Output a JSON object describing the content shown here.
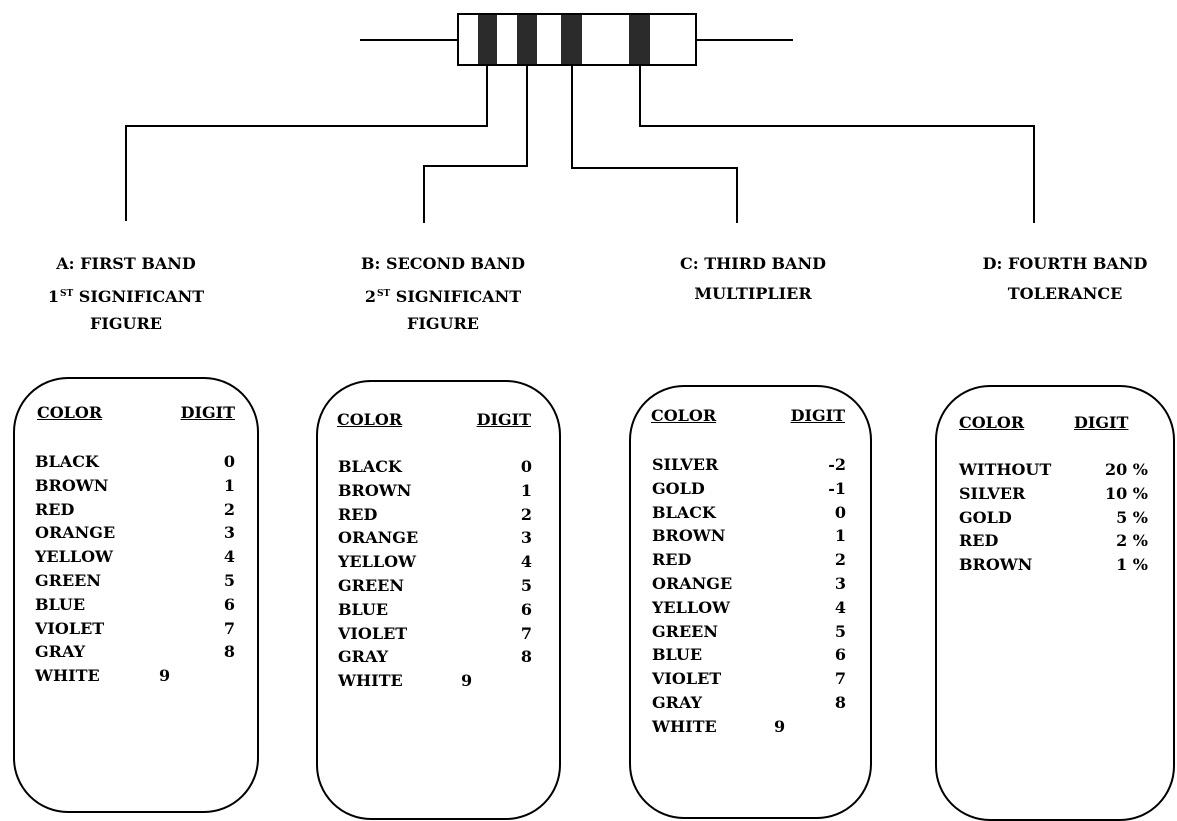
{
  "bands": [
    {
      "id": "first",
      "title": "A: FIRST BAND",
      "subtitle_main": "1",
      "subtitle_sup": "ST",
      "subtitle_rest": " SIGNIFICANT",
      "subtitle2": "FIGURE",
      "col_color": "COLOR",
      "col_digit": "DIGIT",
      "rows": [
        {
          "color": "BLACK",
          "digit": "0"
        },
        {
          "color": "BROWN",
          "digit": "1"
        },
        {
          "color": "RED",
          "digit": "2"
        },
        {
          "color": "ORANGE",
          "digit": "3"
        },
        {
          "color": "YELLOW",
          "digit": "4"
        },
        {
          "color": "GREEN",
          "digit": "5"
        },
        {
          "color": "BLUE",
          "digit": "6"
        },
        {
          "color": "VIOLET",
          "digit": "7"
        },
        {
          "color": "GRAY",
          "digit": "8"
        },
        {
          "color": "WHITE",
          "digit": "9"
        }
      ]
    },
    {
      "id": "second",
      "title": "B: SECOND BAND",
      "subtitle_main": "2",
      "subtitle_sup": "ST",
      "subtitle_rest": " SIGNIFICANT",
      "subtitle2": "FIGURE",
      "col_color": "COLOR",
      "col_digit": "DIGIT",
      "rows": [
        {
          "color": "BLACK",
          "digit": "0"
        },
        {
          "color": "BROWN",
          "digit": "1"
        },
        {
          "color": "RED",
          "digit": "2"
        },
        {
          "color": "ORANGE",
          "digit": "3"
        },
        {
          "color": "YELLOW",
          "digit": "4"
        },
        {
          "color": "GREEN",
          "digit": "5"
        },
        {
          "color": "BLUE",
          "digit": "6"
        },
        {
          "color": "VIOLET",
          "digit": "7"
        },
        {
          "color": "GRAY",
          "digit": "8"
        },
        {
          "color": "WHITE",
          "digit": "9"
        }
      ]
    },
    {
      "id": "third",
      "title": "C: THIRD BAND",
      "subtitle": "MULTIPLIER",
      "col_color": "COLOR",
      "col_digit": "DIGIT",
      "rows": [
        {
          "color": "SILVER",
          "digit": "-2"
        },
        {
          "color": "GOLD",
          "digit": "-1"
        },
        {
          "color": "BLACK",
          "digit": "0"
        },
        {
          "color": "BROWN",
          "digit": "1"
        },
        {
          "color": "RED",
          "digit": "2"
        },
        {
          "color": "ORANGE",
          "digit": "3"
        },
        {
          "color": "YELLOW",
          "digit": "4"
        },
        {
          "color": "GREEN",
          "digit": "5"
        },
        {
          "color": "BLUE",
          "digit": "6"
        },
        {
          "color": "VIOLET",
          "digit": "7"
        },
        {
          "color": "GRAY",
          "digit": "8"
        },
        {
          "color": "WHITE",
          "digit": "9"
        }
      ]
    },
    {
      "id": "fourth",
      "title": "D: FOURTH BAND",
      "subtitle": "TOLERANCE",
      "col_color": "COLOR",
      "col_digit": "DIGIT",
      "rows": [
        {
          "color": "WITHOUT",
          "digit": "20 %"
        },
        {
          "color": "SILVER",
          "digit": "10 %"
        },
        {
          "color": "GOLD",
          "digit": "5 %"
        },
        {
          "color": "RED",
          "digit": "2 %"
        },
        {
          "color": "BROWN",
          "digit": "1 %"
        }
      ]
    }
  ],
  "colors": {
    "line": "#000000",
    "band_fill": "#2b2b2b",
    "background": "#ffffff"
  }
}
